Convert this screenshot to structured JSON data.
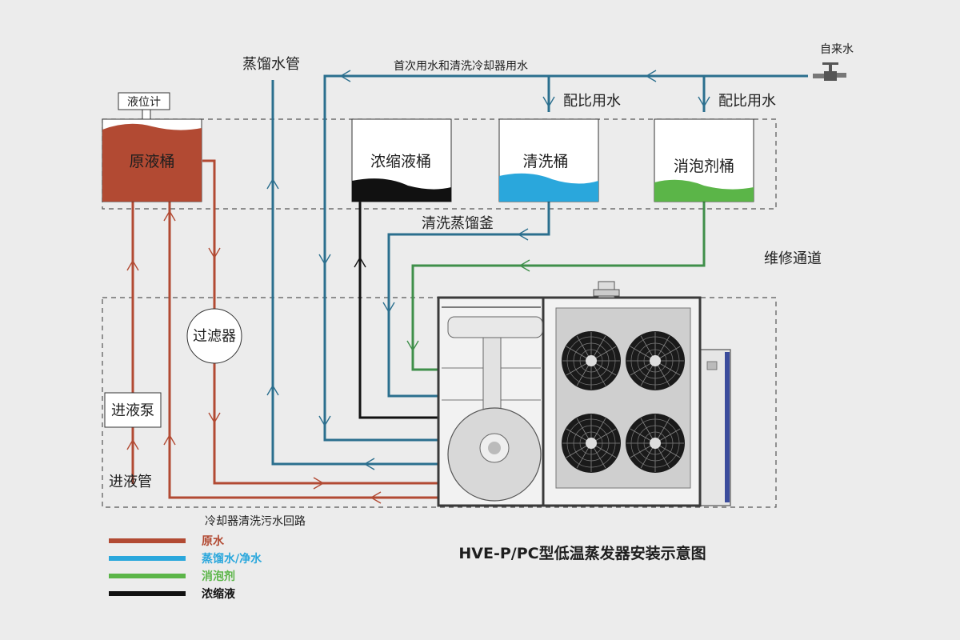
{
  "colors": {
    "raw": "#b24a33",
    "distilled": "#2aa7dc",
    "defoamer": "#5bb548",
    "concentrate": "#111111",
    "pipe_blue": "#2b6f8e",
    "pipe_green": "#3f8f4a",
    "dashed": "#555555"
  },
  "labels": {
    "tap_water": "自来水",
    "first_water": "首次用水和清洗冷却器用水",
    "distill_pipe": "蒸馏水管",
    "ratio_water_1": "配比用水",
    "ratio_water_2": "配比用水",
    "level_gauge": "液位计",
    "clean_still": "清洗蒸馏釜",
    "maintenance": "维修通道",
    "filter": "过滤器",
    "feed_pump": "进液泵",
    "feed_pipe": "进液管",
    "cooler_loop": "冷却器清洗污水回路"
  },
  "tanks": {
    "raw": "原液桶",
    "concentrate": "浓缩液桶",
    "clean": "清洗桶",
    "defoamer": "消泡剂桶"
  },
  "legend": [
    {
      "label": "原水",
      "color": "#b24a33"
    },
    {
      "label": "蒸馏水/净水",
      "color": "#2aa7dc"
    },
    {
      "label": "消泡剂",
      "color": "#5bb548"
    },
    {
      "label": "浓缩液",
      "color": "#111111"
    }
  ],
  "title": "HVE-P/PC型低温蒸发器安装示意图"
}
